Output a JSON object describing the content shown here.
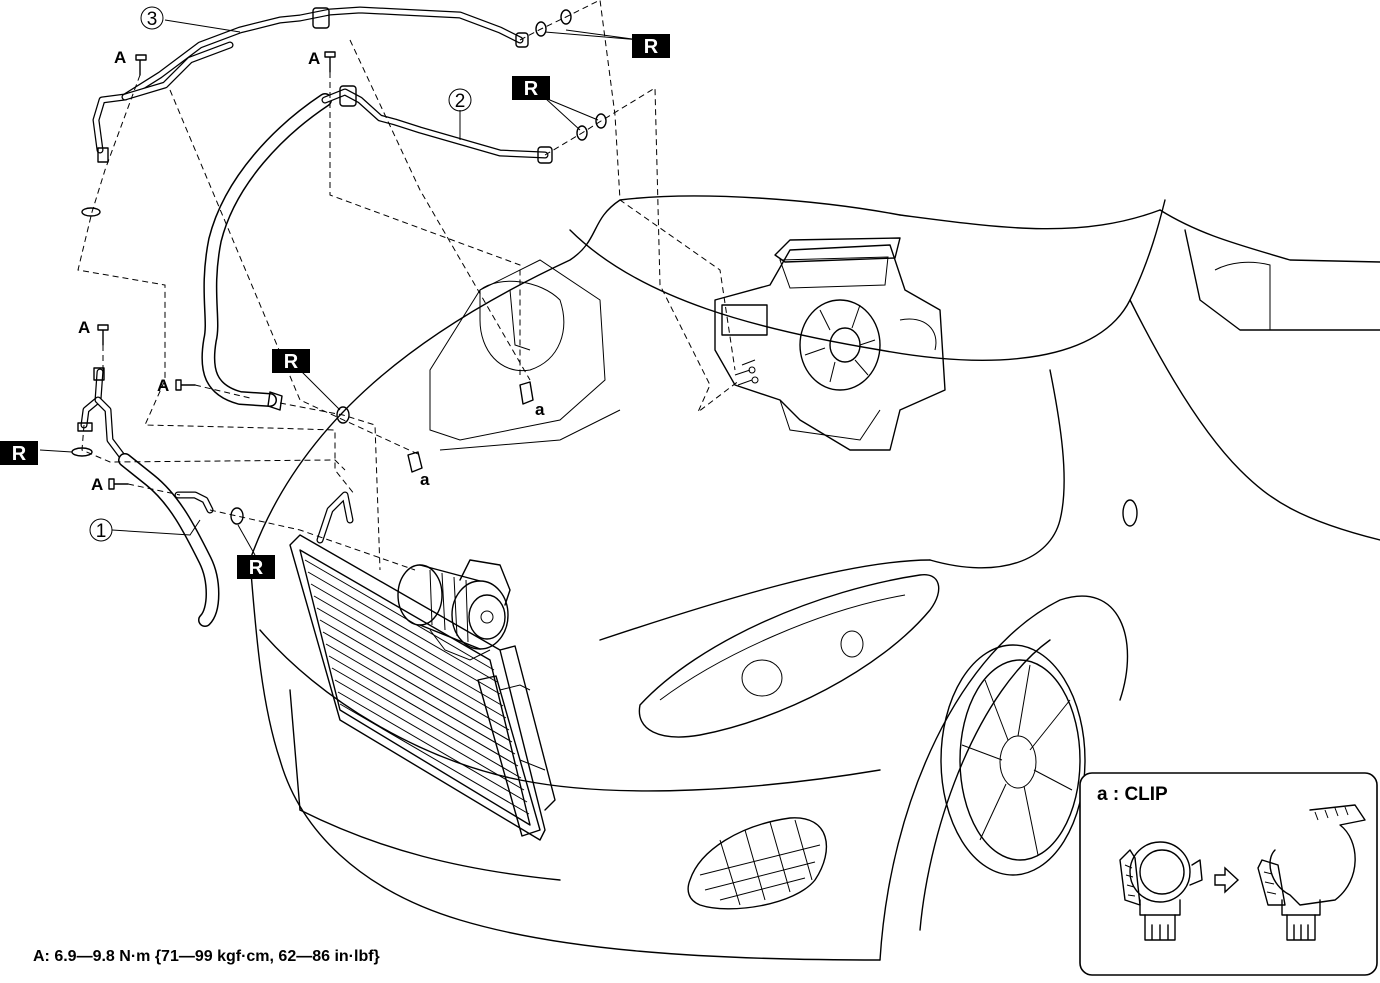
{
  "part_numbers": [
    "1",
    "2",
    "3"
  ],
  "bolt_label": "A",
  "oring_label": "R",
  "clip_label": "a",
  "inset": {
    "title": "a : CLIP"
  },
  "torque_note": "A: 6.9—9.8 N·m {71—99 kgf·cm, 62—86 in·lbf}"
}
